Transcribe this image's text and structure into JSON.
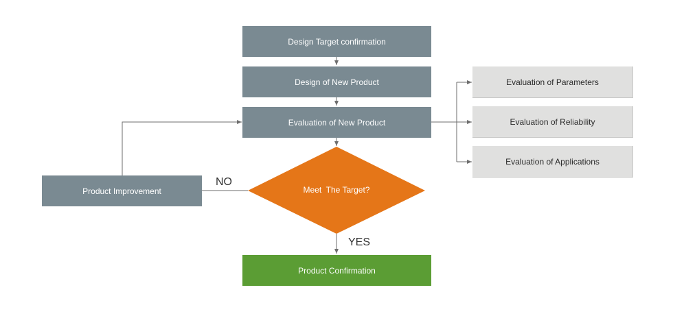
{
  "diagram": {
    "nodes": {
      "design_target": "Design Target confirmation",
      "design_new": "Design of New Product",
      "evaluation_new": "Evaluation of New Product",
      "decision": "Meet  The Target?",
      "improvement": "Product Improvement",
      "confirmation": "Product Confirmation",
      "eval_parameters": "Evaluation of Parameters",
      "eval_reliability": "Evaluation of Reliability",
      "eval_applications": "Evaluation of Applications"
    },
    "edges": {
      "no_label": "NO",
      "yes_label": "YES"
    },
    "colors": {
      "process_box": "#7a8a92",
      "decision": "#e57618",
      "confirmation": "#5b9d34",
      "evaluation_box": "#e0e0df",
      "connector": "#6e6e6e"
    }
  }
}
